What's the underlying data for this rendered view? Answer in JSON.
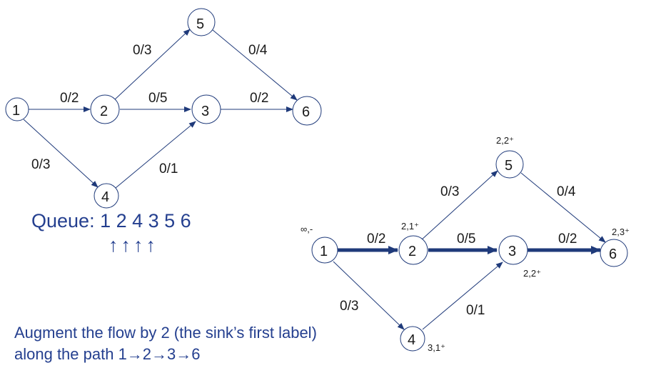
{
  "graph1": {
    "nodes": [
      {
        "id": "1",
        "label": "1"
      },
      {
        "id": "2",
        "label": "2"
      },
      {
        "id": "3",
        "label": "3"
      },
      {
        "id": "4",
        "label": "4"
      },
      {
        "id": "5",
        "label": "5"
      },
      {
        "id": "6",
        "label": "6"
      }
    ],
    "edges": [
      {
        "from": "1",
        "to": "2",
        "label": "0/2"
      },
      {
        "from": "1",
        "to": "4",
        "label": "0/3"
      },
      {
        "from": "2",
        "to": "5",
        "label": "0/3"
      },
      {
        "from": "2",
        "to": "3",
        "label": "0/5"
      },
      {
        "from": "4",
        "to": "3",
        "label": "0/1"
      },
      {
        "from": "5",
        "to": "6",
        "label": "0/4"
      },
      {
        "from": "3",
        "to": "6",
        "label": "0/2"
      }
    ]
  },
  "graph2": {
    "nodes": [
      {
        "id": "1",
        "label": "1",
        "mark": "∞,-"
      },
      {
        "id": "2",
        "label": "2",
        "mark": "2,1⁺"
      },
      {
        "id": "3",
        "label": "3",
        "mark": "2,2⁺"
      },
      {
        "id": "4",
        "label": "4",
        "mark": "3,1⁺"
      },
      {
        "id": "5",
        "label": "5",
        "mark": "2,2⁺"
      },
      {
        "id": "6",
        "label": "6",
        "mark": "2,3⁺"
      }
    ],
    "edges": [
      {
        "from": "1",
        "to": "2",
        "label": "0/2",
        "highlighted": true
      },
      {
        "from": "1",
        "to": "4",
        "label": "0/3",
        "highlighted": false
      },
      {
        "from": "2",
        "to": "5",
        "label": "0/3",
        "highlighted": false
      },
      {
        "from": "2",
        "to": "3",
        "label": "0/5",
        "highlighted": true
      },
      {
        "from": "4",
        "to": "3",
        "label": "0/1",
        "highlighted": false
      },
      {
        "from": "5",
        "to": "6",
        "label": "0/4",
        "highlighted": false
      },
      {
        "from": "3",
        "to": "6",
        "label": "0/2",
        "highlighted": true
      }
    ]
  },
  "queue": {
    "text": "Queue: 1 2 4 3 5 6",
    "pointers": "↑↑↑↑"
  },
  "caption": {
    "line1": "Augment the flow by 2 (the sink’s first label)",
    "line2": "along the path 1→2→3→6"
  },
  "colors": {
    "edge": "#1f3a7a",
    "text": "#243f8f"
  }
}
